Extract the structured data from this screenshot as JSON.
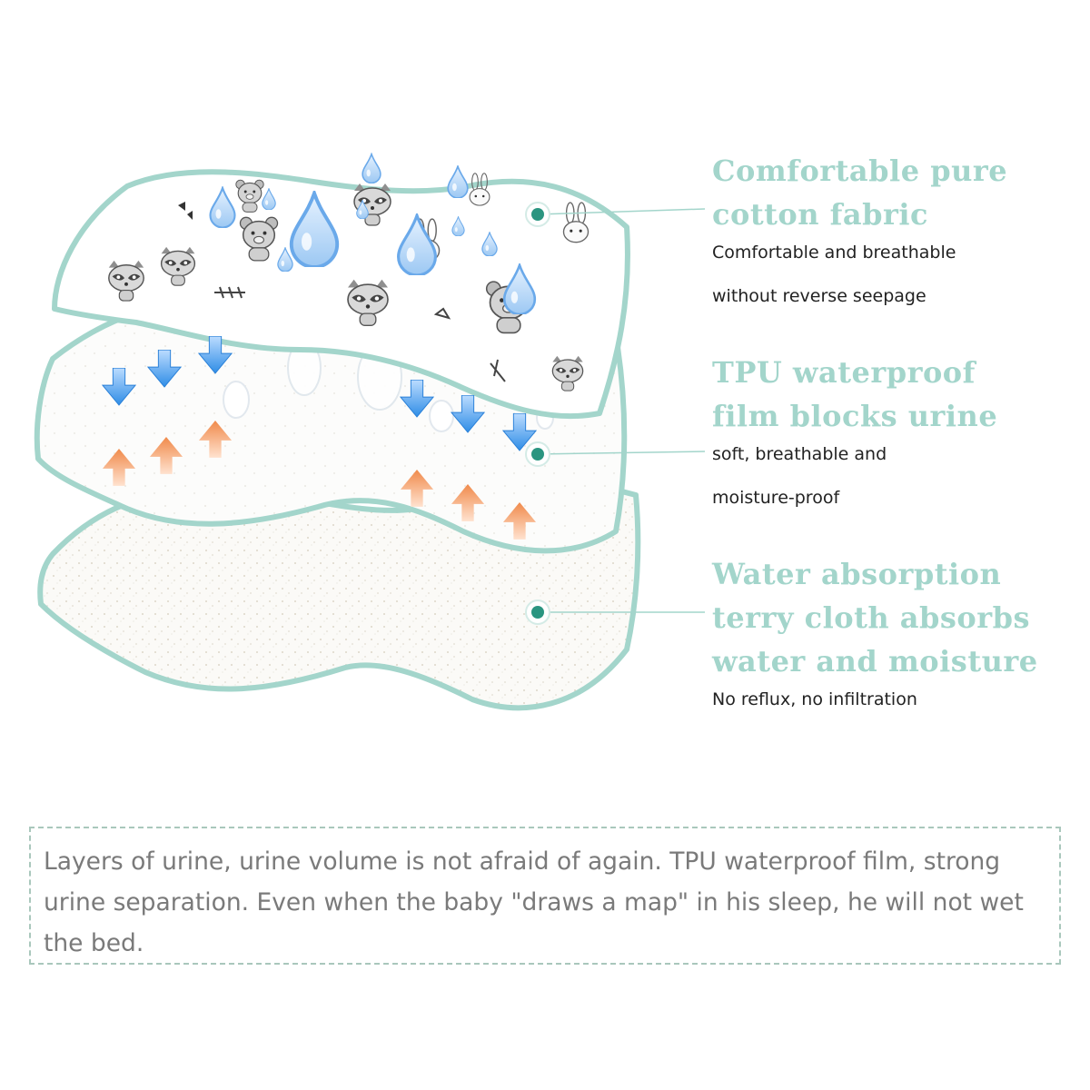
{
  "colors": {
    "accent": "#a3d5cb",
    "heading": "#a3d5cb",
    "dot": "#2a9580",
    "down_arrow": "#2f8de6",
    "up_arrow": "#f08a4b",
    "note_border": "#a9c7bc",
    "note_text": "#7a7a7a"
  },
  "layers": [
    {
      "title_lines": [
        "Comfortable pure",
        "cotton fabric"
      ],
      "desc_lines": [
        "Comfortable and breathable",
        "without reverse seepage"
      ]
    },
    {
      "title_lines": [
        "TPU waterproof",
        "film blocks urine"
      ],
      "desc_lines": [
        "soft, breathable and",
        "moisture-proof"
      ]
    },
    {
      "title_lines": [
        "Water absorption",
        "terry cloth absorbs",
        "water and moisture"
      ],
      "desc_lines": [
        "No reflux, no infiltration"
      ]
    }
  ],
  "note": "Layers of urine, urine volume is not afraid of again.  TPU waterproof film, strong urine separation.  Even when the baby \"draws a map\" in his sleep, he will not wet the bed.",
  "icons": [
    "water-drop-icon",
    "down-arrow-icon",
    "up-arrow-icon",
    "raccoon-icon",
    "bear-icon",
    "rabbit-icon"
  ]
}
